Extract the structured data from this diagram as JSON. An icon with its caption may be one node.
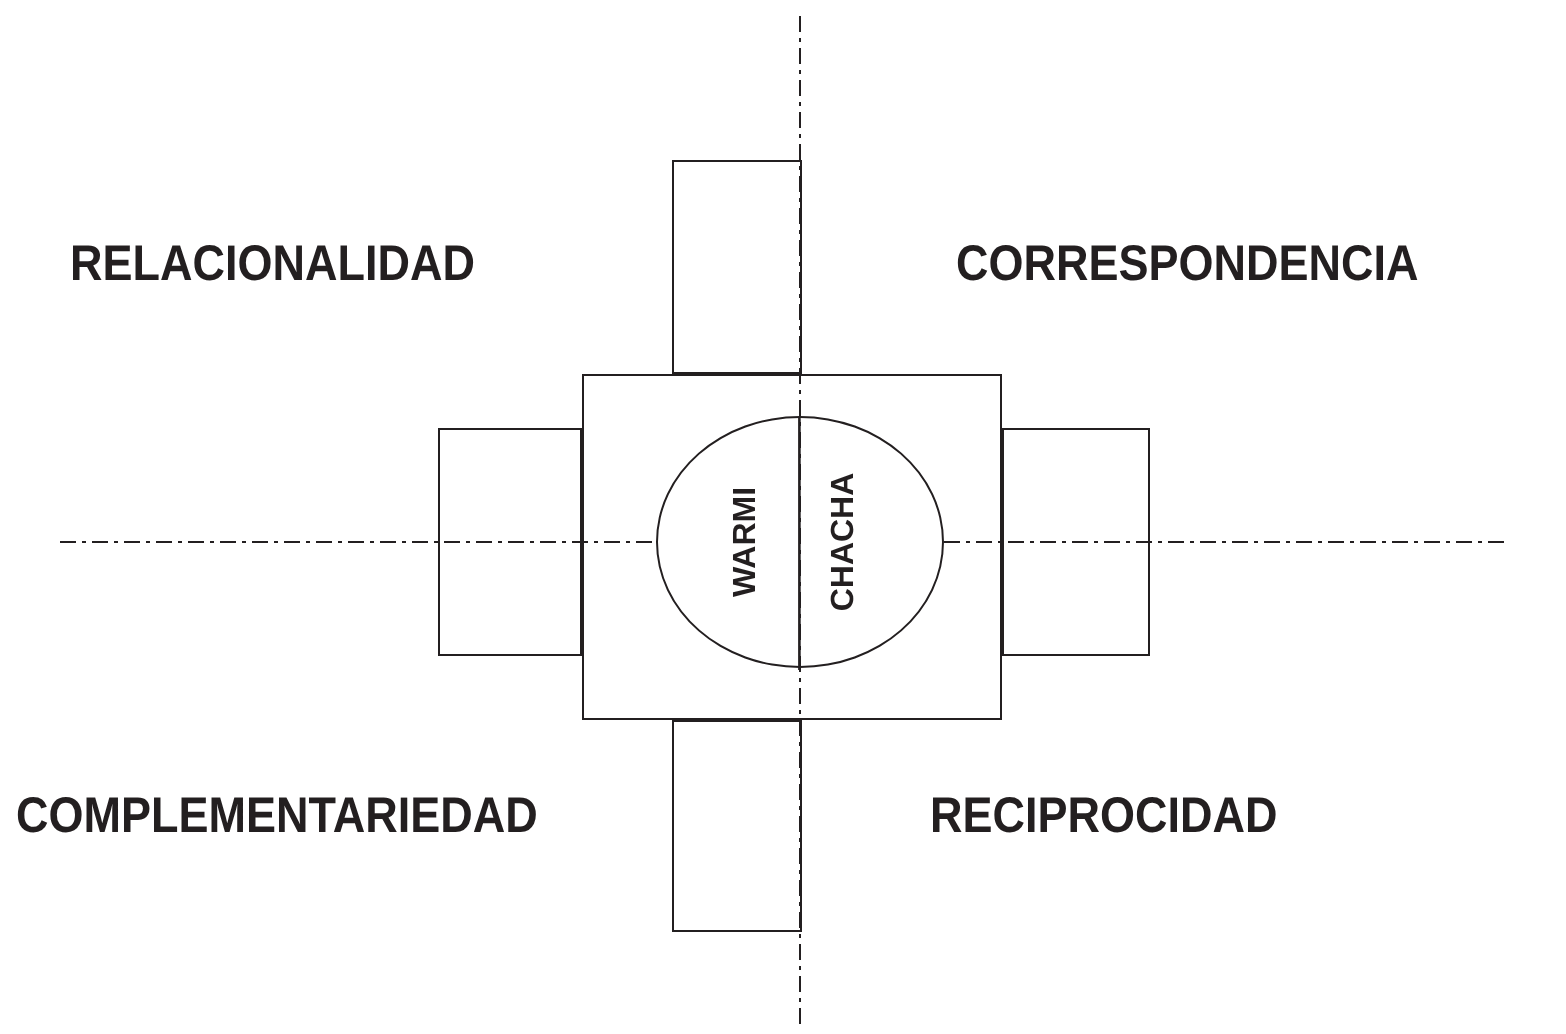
{
  "diagram": {
    "nodes": [
      {
        "text": [],
        "shape": "box"
      },
      {
        "text": [],
        "shape": "box"
      },
      {
        "text": [],
        "shape": "box"
      },
      {
        "text": [
          "WARMI",
          "CHACHA"
        ],
        "in": 1
      },
      {
        "text": [],
        "shape": "box"
      },
      {
        "text": [],
        "shape": "box"
      }
    ],
    "edges": [],
    "labels": [
      "RELACIONALIDAD",
      "CORRESPONDENCIA",
      "COMPLEMENTARIEDAD",
      "RECIPROCIDAD"
    ]
  }
}
